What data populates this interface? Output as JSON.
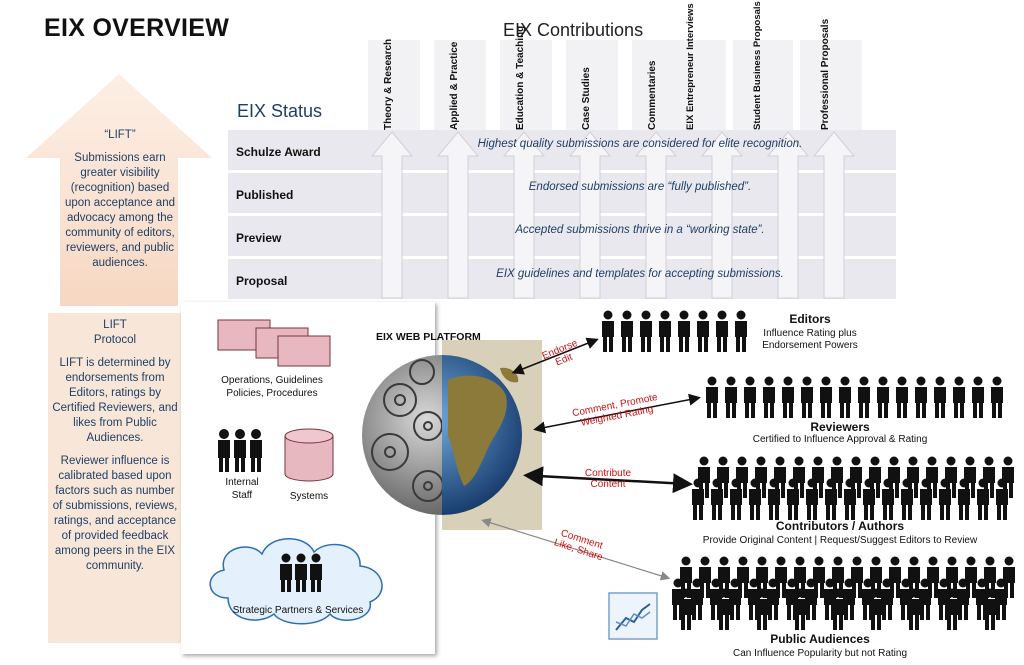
{
  "title": "EIX OVERVIEW",
  "contributions_title": "EIX Contributions",
  "status_title": "EIX Status",
  "columns": [
    "Theory & Research",
    "Applied & Practice",
    "Education & Teaching",
    "Case Studies",
    "Commentaries",
    "EIX Entrepreneur Interviews",
    "Student Business Proposals",
    "Professional Proposals"
  ],
  "rows": [
    {
      "name": "Schulze Award",
      "desc": "Highest quality submissions are considered for elite recognition."
    },
    {
      "name": "Published",
      "desc": "Endorsed submissions are “fully published”."
    },
    {
      "name": "Preview",
      "desc": "Accepted submissions thrive in a “working state”."
    },
    {
      "name": "Proposal",
      "desc": "EIX guidelines and templates for accepting submissions."
    }
  ],
  "lift": {
    "title": "“LIFT”",
    "text": "Submissions earn greater visibility (recognition) based upon acceptance and advocacy among the community of editors, reviewers, and public audiences."
  },
  "protocol": {
    "title_line1": "LIFT",
    "title_line2": "Protocol",
    "para1": "LIFT is determined by endorsements from Editors, ratings by Certified Reviewers, and likes from Public Audiences.",
    "para2": "Reviewer influence is calibrated based upon factors such as number of submissions, reviews, ratings, and acceptance of provided feedback among peers in the EIX community."
  },
  "internal": {
    "docs_label": "Operations, Guidelines Policies, Procedures",
    "staff_label": "Internal Staff",
    "systems_label": "Systems",
    "partners_label": "Strategic Partners & Services"
  },
  "platform_label": "EIX WEB PLATFORM",
  "groups": {
    "editors": {
      "title": "Editors",
      "sub": "Influence Rating plus Endorsement Powers"
    },
    "reviewers": {
      "title": "Reviewers",
      "sub": "Certified to Influence Approval & Rating"
    },
    "contributors": {
      "title": "Contributors / Authors",
      "sub": "Provide Original Content | Request/Suggest Editors to Review"
    },
    "public": {
      "title": "Public Audiences",
      "sub": "Can Influence Popularity but not Rating"
    }
  },
  "edges": {
    "editors": [
      "Endorse",
      "Edit"
    ],
    "reviewers": [
      "Comment, Promote",
      "Weighted Rating"
    ],
    "contributors": [
      "Contribute",
      "Content"
    ],
    "public": [
      "Comment",
      "Like, Share"
    ]
  },
  "colors": {
    "arrow_fill": "#fbe3d2",
    "panel_fill": "#f8e7d9",
    "row_fill": "#e8e8ee",
    "text_blue": "#1f3f66",
    "edge_red": "#cc1111",
    "doc_pink": "#e8b8c0"
  }
}
